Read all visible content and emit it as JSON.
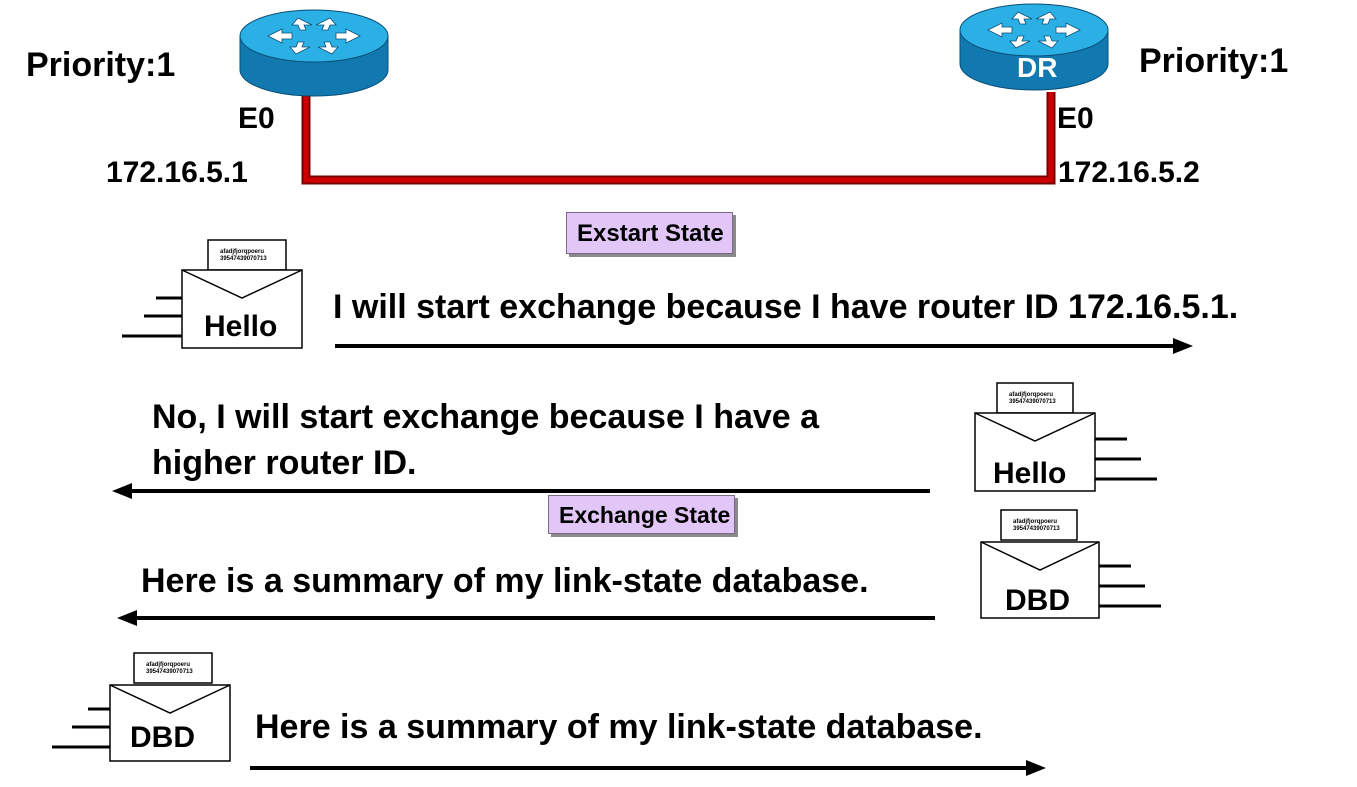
{
  "routers": [
    {
      "priority": "Priority:1",
      "interface": "E0",
      "ip": "172.16.5.1",
      "role": ""
    },
    {
      "priority": "Priority:1",
      "interface": "E0",
      "ip": "172.16.5.2",
      "role": "DR"
    }
  ],
  "colors": {
    "link": "#cc0000",
    "router_body": "#1aa3d9",
    "state_box": "#e2c6f7"
  },
  "states": {
    "exstart": "Exstart State",
    "exchange": "Exchange State"
  },
  "packets": {
    "p1": {
      "type": "Hello",
      "note": [
        "afadjfjorqpoeru",
        "39547439070713"
      ]
    },
    "p2": {
      "type": "Hello",
      "note": [
        "afadjfjorqpoeru",
        "39547439070713"
      ]
    },
    "p3": {
      "type": "DBD",
      "note": [
        "afadjfjorqpoeru",
        "39547439070713"
      ]
    },
    "p4": {
      "type": "DBD",
      "note": [
        "afadjfjorqpoeru",
        "39547439070713"
      ]
    }
  },
  "messages": {
    "m1": "I will start exchange because I have router ID 172.16.5.1.",
    "m2_line1": "No, I will start exchange because I have a",
    "m2_line2": "higher router ID.",
    "m3": "Here is a summary of my link-state database.",
    "m4": "Here is a summary of my link-state database."
  }
}
